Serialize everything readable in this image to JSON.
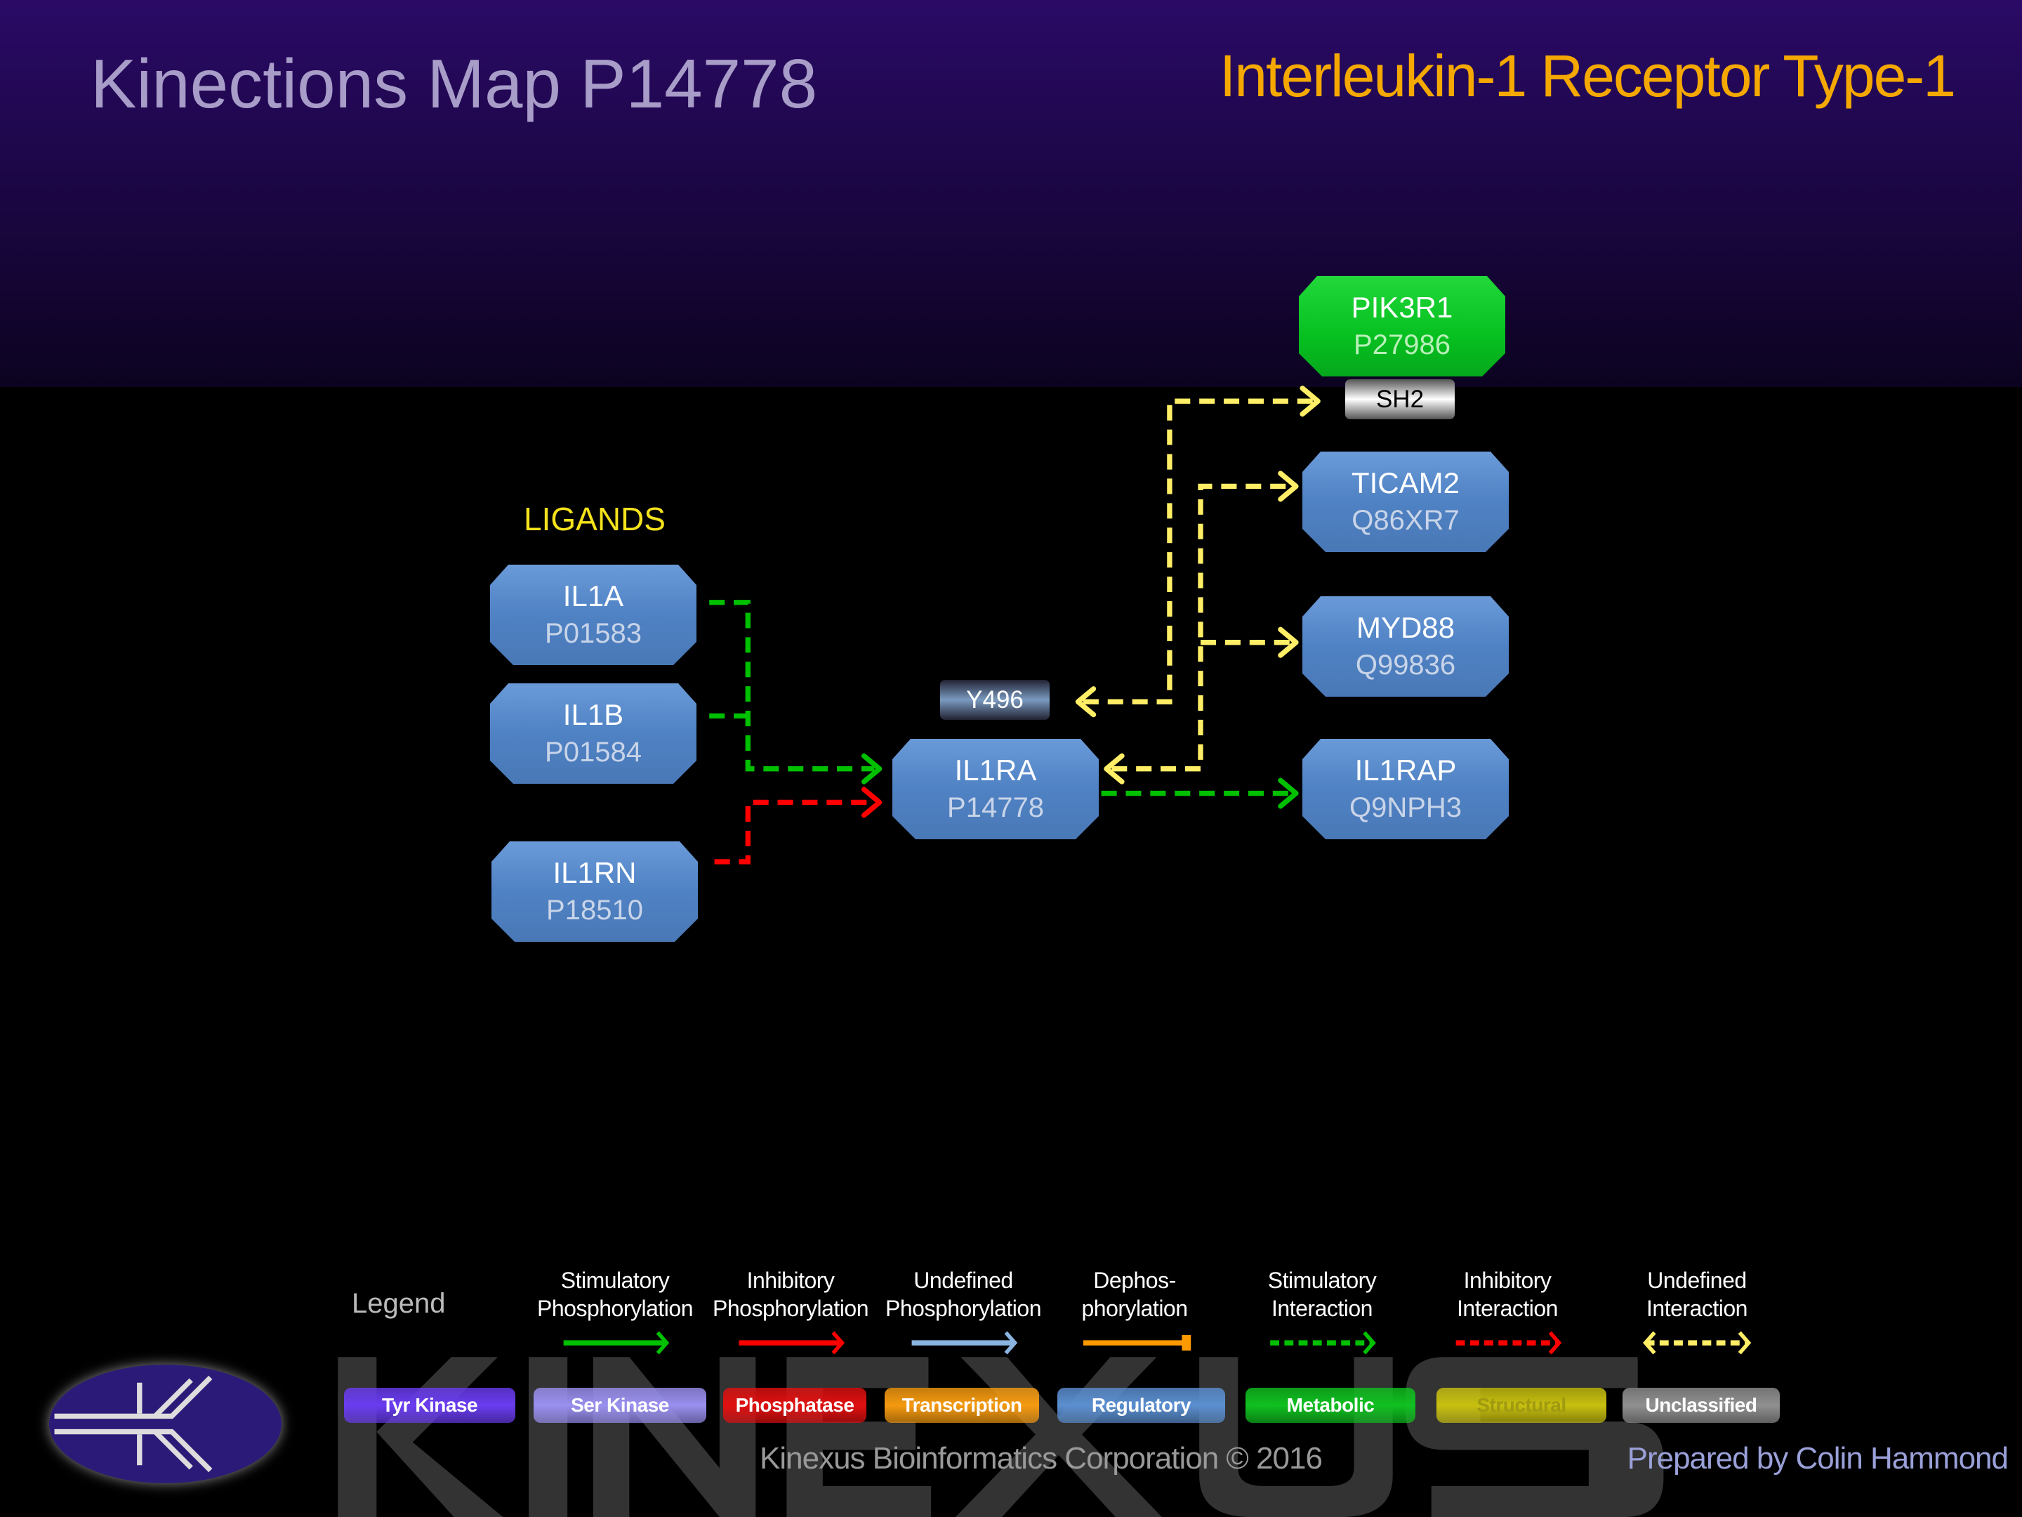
{
  "header": {
    "title": "Kinections Map P14778",
    "protein_name": "Interleukin-1 Receptor Type-1"
  },
  "ligands_label": "LIGANDS",
  "nodes": {
    "il1a": {
      "name": "IL1A",
      "accession": "P01583",
      "color": "#5b8fd0"
    },
    "il1b": {
      "name": "IL1B",
      "accession": "P01584",
      "color": "#5b8fd0"
    },
    "il1rn": {
      "name": "IL1RN",
      "accession": "P18510",
      "color": "#5b8fd0"
    },
    "il1ra": {
      "name": "IL1RA",
      "accession": "P14778",
      "color": "#5b8fd0"
    },
    "pik3r1": {
      "name": "PIK3R1",
      "accession": "P27986",
      "color": "#0cc426"
    },
    "ticam2": {
      "name": "TICAM2",
      "accession": "Q86XR7",
      "color": "#5b8fd0"
    },
    "myd88": {
      "name": "MYD88",
      "accession": "Q99836",
      "color": "#5b8fd0"
    },
    "il1rap": {
      "name": "IL1RAP",
      "accession": "Q9NPH3",
      "color": "#5b8fd0"
    }
  },
  "sites": {
    "sh2": "SH2",
    "y496": "Y496"
  },
  "edges": [
    {
      "from": "IL1A",
      "to": "IL1RA",
      "type": "stimulatory interaction",
      "color": "#00c000"
    },
    {
      "from": "IL1B",
      "to": "IL1RA",
      "type": "stimulatory interaction",
      "color": "#00c000"
    },
    {
      "from": "IL1RN",
      "to": "IL1RA",
      "type": "inhibitory interaction",
      "color": "#ff0000"
    },
    {
      "from": "IL1RA",
      "to": "IL1RAP",
      "type": "stimulatory interaction",
      "color": "#00c000"
    },
    {
      "from": "Y496",
      "to": "PIK3R1 SH2",
      "type": "undefined interaction",
      "color": "#ffee66"
    },
    {
      "from": "IL1RA",
      "to": "TICAM2",
      "type": "undefined interaction",
      "color": "#ffee66"
    },
    {
      "from": "IL1RA",
      "to": "MYD88",
      "type": "undefined interaction",
      "color": "#ffee66"
    }
  ],
  "legend": {
    "title": "Legend",
    "arrows": [
      {
        "label1": "Stimulatory",
        "label2": "Phosphorylation",
        "color": "#00c000"
      },
      {
        "label1": "Inhibitory",
        "label2": "Phosphorylation",
        "color": "#ff0000"
      },
      {
        "label1": "Undefined",
        "label2": "Phosphorylation",
        "color": "#8ab4e0"
      },
      {
        "label1": "Dephos-",
        "label2": "phorylation",
        "color": "#ff9900"
      },
      {
        "label1": "Stimulatory",
        "label2": "Interaction",
        "color": "#00c000"
      },
      {
        "label1": "Inhibitory",
        "label2": "Interaction",
        "color": "#ff0000"
      },
      {
        "label1": "Undefined",
        "label2": "Interaction",
        "color": "#ffee66"
      }
    ],
    "categories": [
      {
        "label": "Tyr Kinase",
        "color": "#6a3cf0"
      },
      {
        "label": "Ser Kinase",
        "color": "#9a90f0"
      },
      {
        "label": "Phosphatase",
        "color": "#e01010"
      },
      {
        "label": "Transcription",
        "color": "#f59a10"
      },
      {
        "label": "Regulatory",
        "color": "#5b8fd0"
      },
      {
        "label": "Metabolic",
        "color": "#10c020"
      },
      {
        "label": "Structural",
        "color": "#c8c010"
      },
      {
        "label": "Unclassified",
        "color": "#909090"
      }
    ]
  },
  "footer": {
    "copyright": "Kinexus Bioinformatics Corporation © 2016",
    "prepared_by": "Prepared by  Colin Hammond",
    "watermark": "KINEXUS"
  }
}
